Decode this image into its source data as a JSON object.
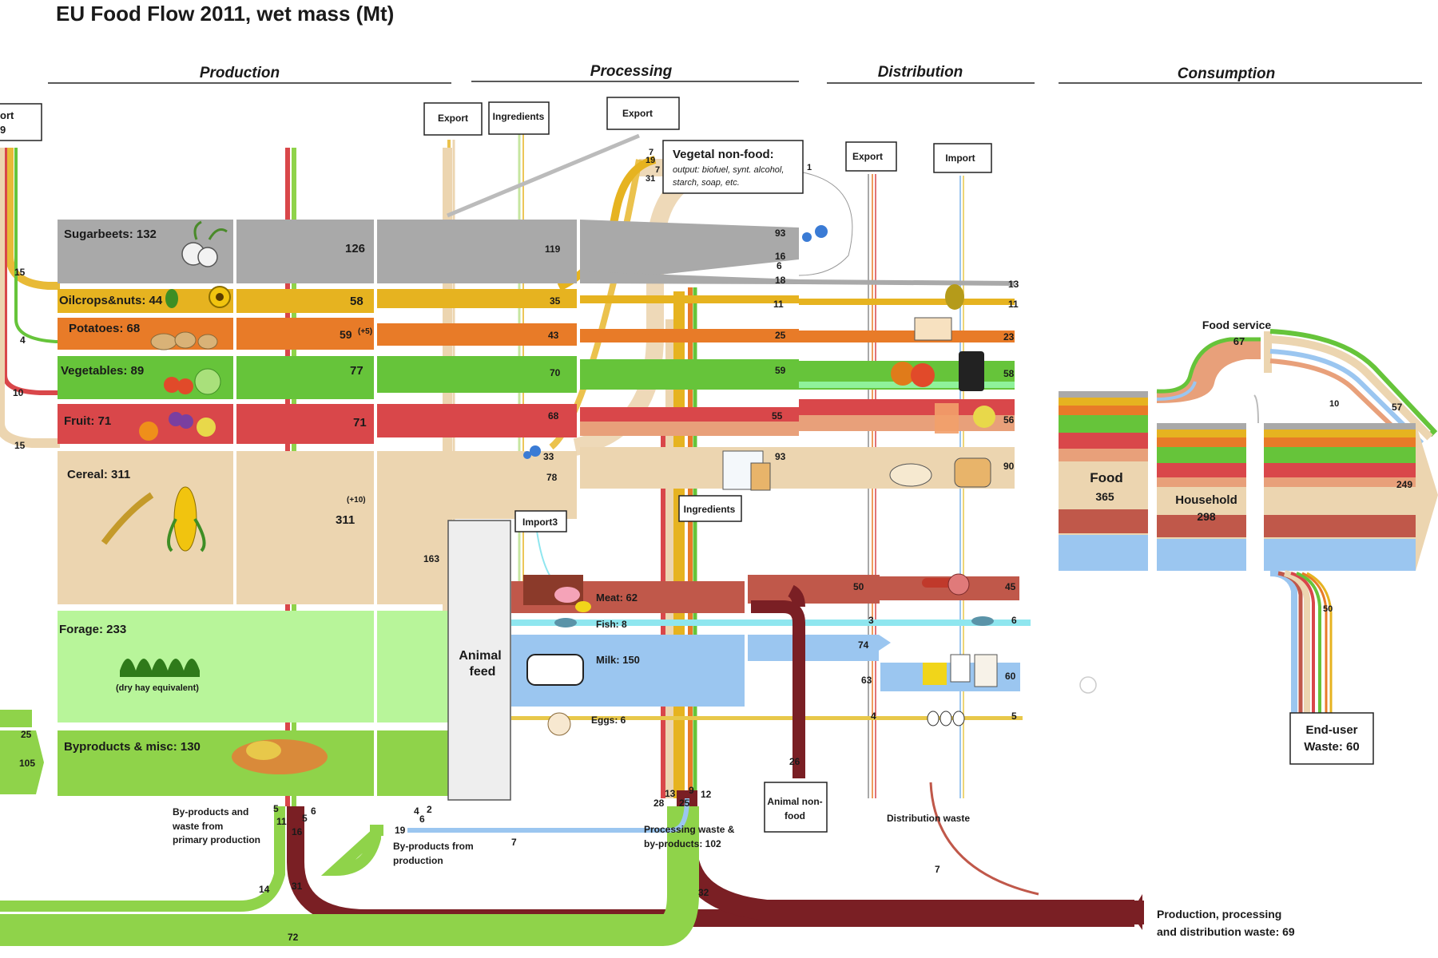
{
  "title": "EU Food Flow 2011, wet mass (Mt)",
  "stages": [
    "Production",
    "Processing",
    "Distribution",
    "Consumption"
  ],
  "colors": {
    "sugar": "#a9a9a9",
    "oil": "#e6b320",
    "potato": "#e87b28",
    "veg": "#66c43a",
    "fruit": "#d9474a",
    "cereal": "#ecd5b0",
    "forage": "#b8f59a",
    "byprod": "#8fd34a",
    "meat": "#c0584a",
    "fish": "#8fe6ef",
    "milk": "#9bc6f0",
    "egg": "#e8c84a",
    "waste": "#7a1f24",
    "feed": "#eeeeee"
  },
  "boxes": {
    "import_left": "ort",
    "import_left_value": "9",
    "export1": "Export",
    "ingredients1": "Ingredients",
    "export2": "Export",
    "vegetal_title": "Vegetal non-food:",
    "vegetal_sub1": "output: biofuel, synt. alcohol,",
    "vegetal_sub2": "starch, soap, etc.",
    "export3": "Export",
    "import3": "Import",
    "import_mid": "Import3",
    "ingredients2": "Ingredients",
    "animal_feed1": "Animal",
    "animal_feed2": "feed",
    "animal_nonfood1": "Animal non-",
    "animal_nonfood2": "food",
    "end_user1": "End-user",
    "end_user2": "Waste: 60"
  },
  "crops": {
    "sugar": "Sugarbeets: 132",
    "oil": "Oilcrops&nuts: 44",
    "potato": "Potatoes: 68",
    "veg": "Vegetables: 89",
    "fruit": "Fruit: 71",
    "cereal": "Cereal: 311",
    "forage": "Forage: 233",
    "forage_note": "(dry hay equivalent)",
    "byprod": "Byproducts & misc: 130"
  },
  "animals": {
    "meat": "Meat: 62",
    "fish": "Fish: 8",
    "milk": "Milk: 150",
    "eggs": "Eggs: 6"
  },
  "consumption": {
    "food_service": "Food service",
    "food_service_value": "67",
    "food": "Food",
    "food_value": "365",
    "household": "Household",
    "household_value": "298"
  },
  "waste_labels": {
    "primary1": "By-products and",
    "primary2": "waste from",
    "primary3": "primary production",
    "byprod1": "By-products from",
    "byprod2": "production",
    "processing1": "Processing waste &",
    "processing2": "by-products: 102",
    "distribution": "Distribution waste",
    "total1": "Production, processing",
    "total2": "and distribution waste: 69"
  },
  "numbers": {
    "n15a": "15",
    "n4": "4",
    "n10": "10",
    "n15b": "15",
    "s126": "126",
    "s119": "119",
    "s93": "93",
    "s16": "16",
    "s6": "6",
    "s18": "18",
    "s13": "13",
    "o58": "58",
    "o35": "35",
    "o11": "11",
    "o11b": "11",
    "p59": "59",
    "p59x": "(+5)",
    "p43": "43",
    "p25": "25",
    "p23": "23",
    "v77": "77",
    "v70": "70",
    "v59": "59",
    "v58": "58",
    "f71": "71",
    "f68": "68",
    "f55": "55",
    "f56": "56",
    "c10": "(+10)",
    "c311": "311",
    "c33": "33",
    "c78": "78",
    "c93": "93",
    "c90": "90",
    "c163": "163",
    "e7": "7",
    "e19": "19",
    "e7b": "7",
    "e31": "31",
    "e1": "1",
    "m50": "50",
    "m45": "45",
    "fi3": "3",
    "fi6": "6",
    "mi74": "74",
    "mi63": "63",
    "mi60": "60",
    "eg4": "4",
    "eg5": "5",
    "b25": "25",
    "b105": "105",
    "w5": "5",
    "w6": "6",
    "w11": "11",
    "w5b": "5",
    "w16": "16",
    "w4": "4",
    "w2": "2",
    "w6b": "6",
    "w19": "19",
    "w7": "7",
    "w14": "14",
    "w31": "31",
    "w72": "72",
    "w13": "13",
    "w9": "9",
    "w12": "12",
    "w28": "28",
    "w25": "25",
    "w32": "32",
    "w26": "26",
    "w7b": "7",
    "fs10": "10",
    "fs57": "57",
    "h249": "249",
    "h50": "50"
  }
}
